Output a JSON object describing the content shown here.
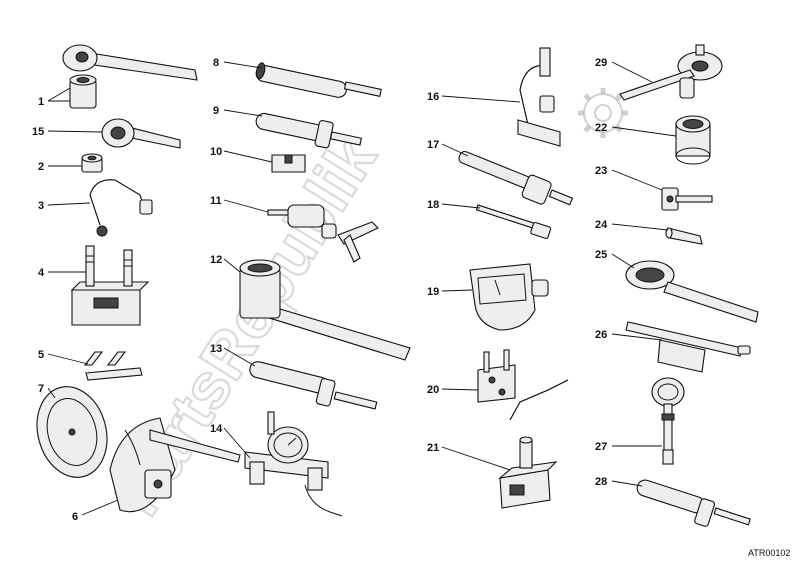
{
  "diagram": {
    "callouts": [
      "1",
      "2",
      "3",
      "4",
      "5",
      "6",
      "7",
      "8",
      "9",
      "10",
      "11",
      "12",
      "13",
      "14",
      "15",
      "16",
      "17",
      "18",
      "19",
      "20",
      "21",
      "22",
      "23",
      "24",
      "25",
      "26",
      "27",
      "28",
      "29"
    ],
    "watermark": "PartsRepublik",
    "reference_code": "ATR00102"
  }
}
